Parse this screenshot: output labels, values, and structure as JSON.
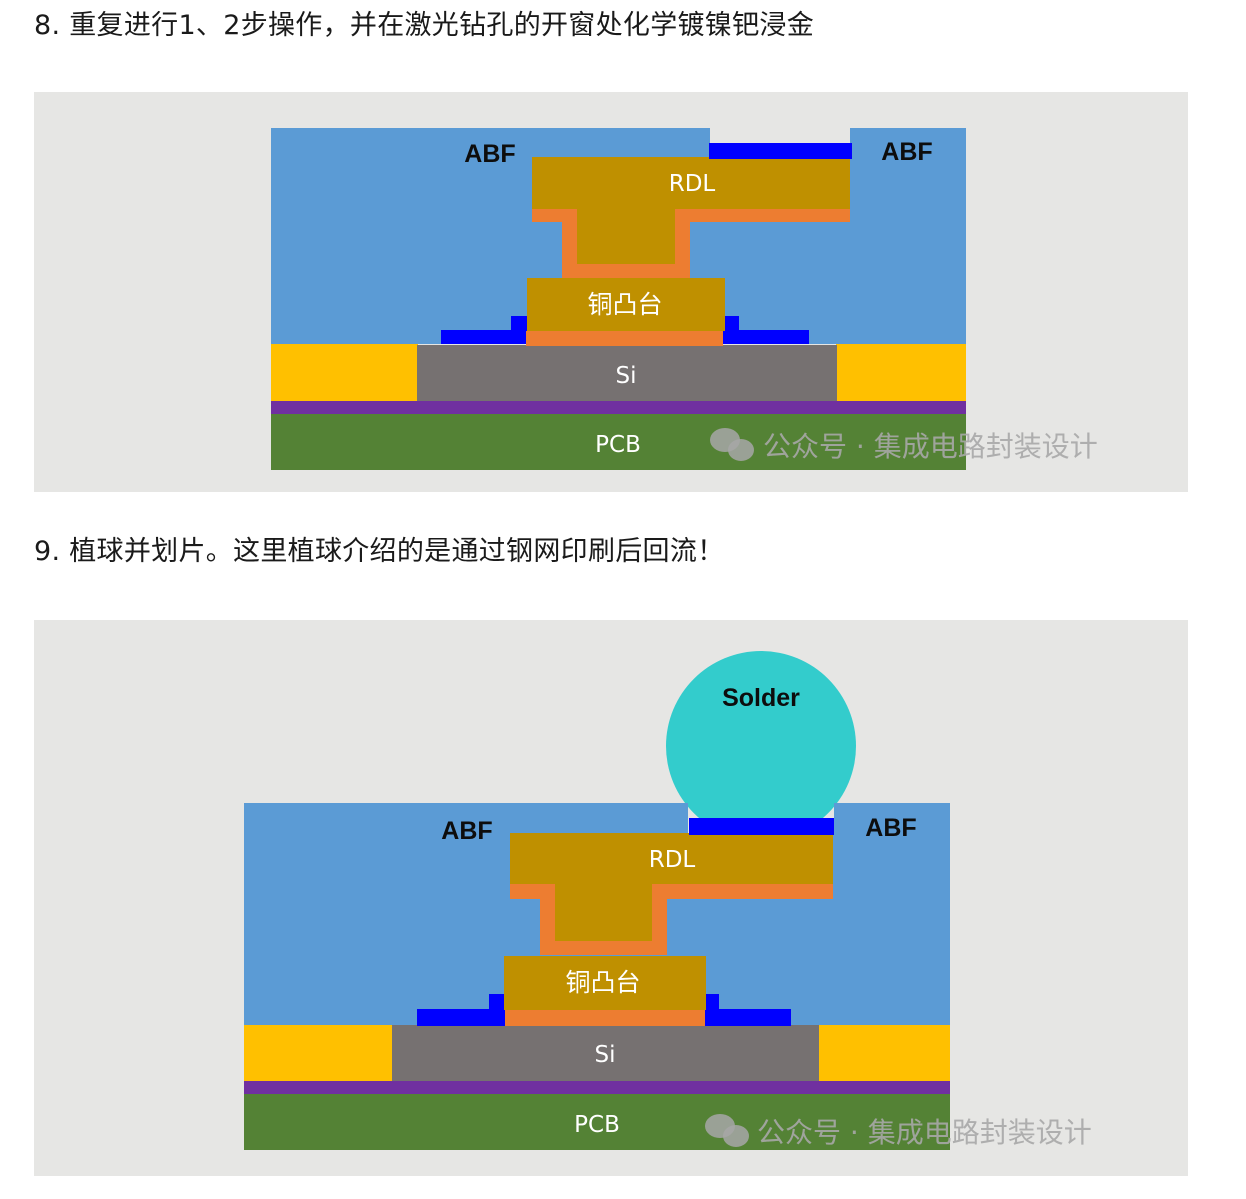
{
  "steps": [
    {
      "heading": "8. 重复进行1、2步操作，并在激光钻孔的开窗处化学镀镍钯浸金",
      "labels": {
        "abf_left": "ABF",
        "abf_right": "ABF",
        "rdl": "RDL",
        "copper_pillar": "铜凸台",
        "si": "Si",
        "pcb": "PCB"
      },
      "watermark": "公众号 · 集成电路封装设计"
    },
    {
      "heading": "9. 植球并划片。这里植球介绍的是通过钢网印刷后回流！",
      "labels": {
        "solder": "Solder",
        "abf_left": "ABF",
        "abf_right": "ABF",
        "rdl": "RDL",
        "copper_pillar": "铜凸台",
        "si": "Si",
        "pcb": "PCB"
      },
      "watermark": "公众号 · 集成电路封装设计"
    }
  ],
  "colors": {
    "panel_background": "#e6e6e4",
    "abf": "#5b9bd5",
    "rdl_copper": "#bf9000",
    "seed_layer": "#ed7d31",
    "nickel_gold_pad": "#0000ff",
    "silicon": "#767171",
    "mold_side": "#ffc000",
    "adhesive": "#7030a0",
    "pcb": "#548235",
    "solder": "#33cccc",
    "watermark": "#a7a7a7"
  },
  "icons": {
    "watermark_logo": "wechat-icon"
  }
}
